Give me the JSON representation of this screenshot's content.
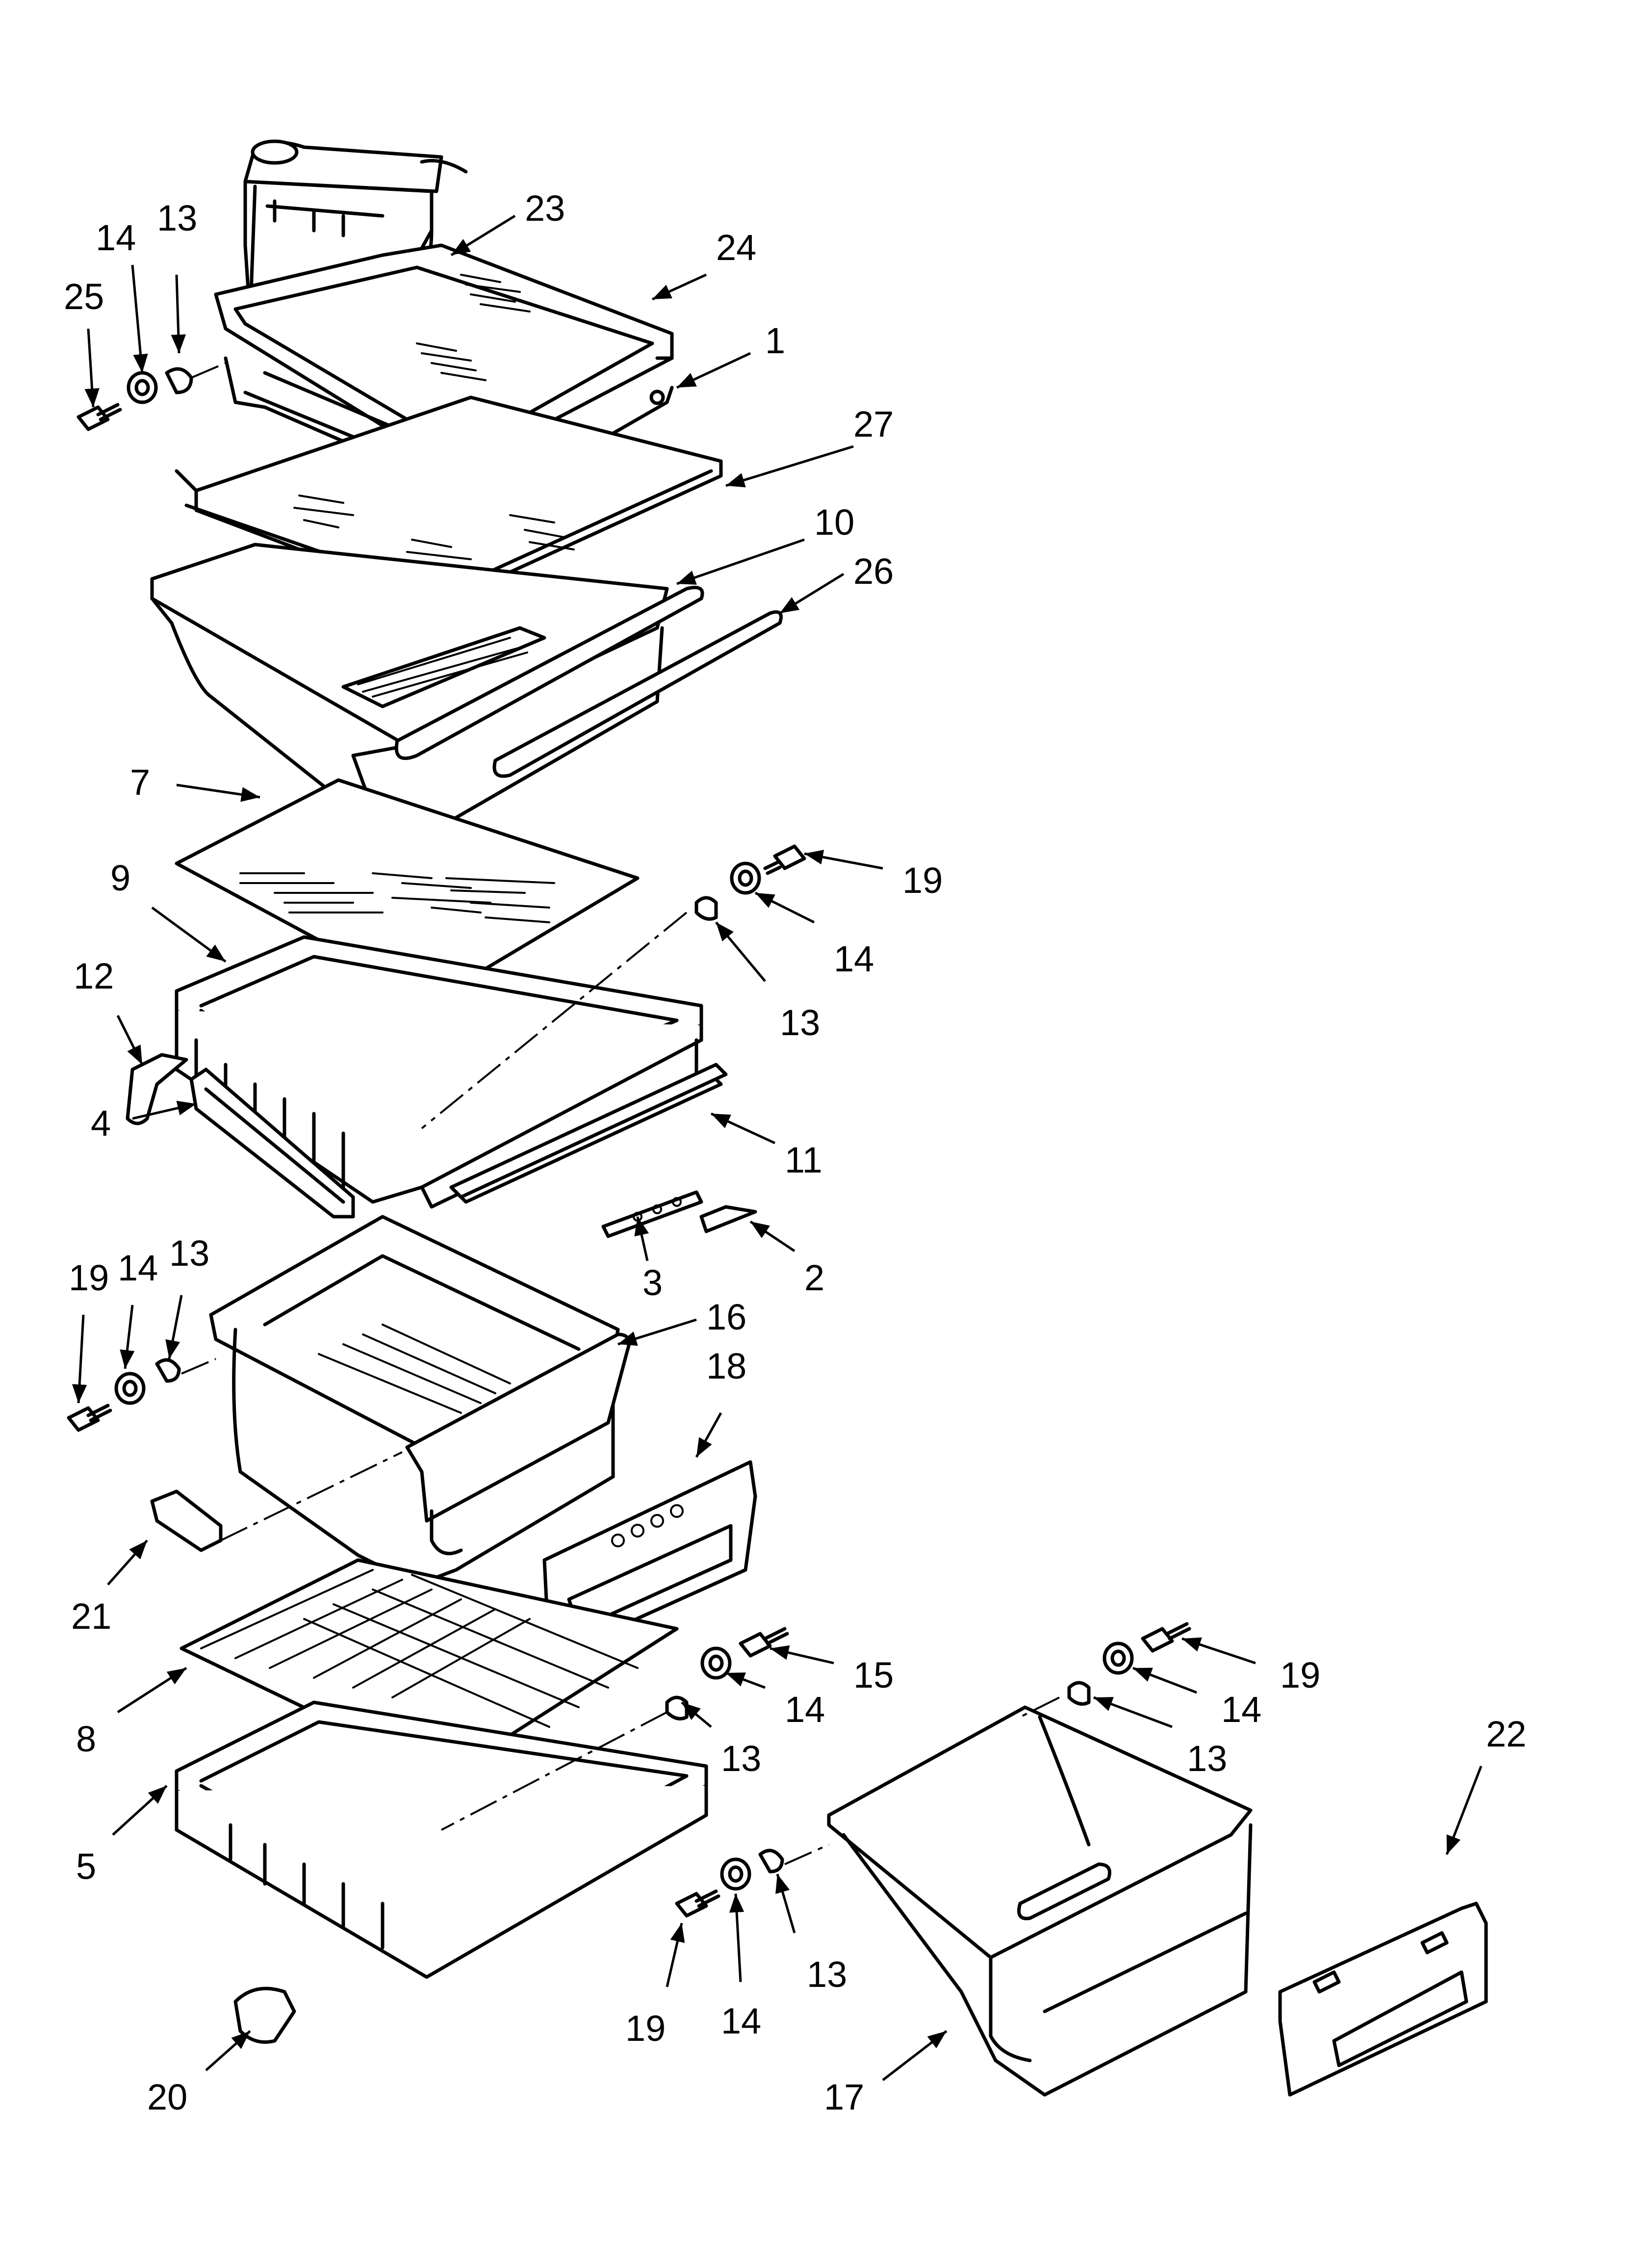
{
  "callouts": [
    {
      "id": "c23",
      "text": "23"
    },
    {
      "id": "c24",
      "text": "24"
    },
    {
      "id": "c1",
      "text": "1"
    },
    {
      "id": "c27",
      "text": "27"
    },
    {
      "id": "c10",
      "text": "10"
    },
    {
      "id": "c26",
      "text": "26"
    },
    {
      "id": "c14a",
      "text": "14"
    },
    {
      "id": "c13a",
      "text": "13"
    },
    {
      "id": "c25",
      "text": "25"
    },
    {
      "id": "c7",
      "text": "7"
    },
    {
      "id": "c9",
      "text": "9"
    },
    {
      "id": "c19a",
      "text": "19"
    },
    {
      "id": "c14b",
      "text": "14"
    },
    {
      "id": "c13b",
      "text": "13"
    },
    {
      "id": "c12",
      "text": "12"
    },
    {
      "id": "c4",
      "text": "4"
    },
    {
      "id": "c11",
      "text": "11"
    },
    {
      "id": "c3",
      "text": "3"
    },
    {
      "id": "c2",
      "text": "2"
    },
    {
      "id": "c19b",
      "text": "19"
    },
    {
      "id": "c14c",
      "text": "14"
    },
    {
      "id": "c13c",
      "text": "13"
    },
    {
      "id": "c16",
      "text": "16"
    },
    {
      "id": "c18",
      "text": "18"
    },
    {
      "id": "c21",
      "text": "21"
    },
    {
      "id": "c8",
      "text": "8"
    },
    {
      "id": "c15",
      "text": "15"
    },
    {
      "id": "c14d",
      "text": "14"
    },
    {
      "id": "c13d",
      "text": "13"
    },
    {
      "id": "c5",
      "text": "5"
    },
    {
      "id": "c19c",
      "text": "19"
    },
    {
      "id": "c14e",
      "text": "14"
    },
    {
      "id": "c13e",
      "text": "13"
    },
    {
      "id": "c22",
      "text": "22"
    },
    {
      "id": "c19d",
      "text": "19"
    },
    {
      "id": "c14f",
      "text": "14"
    },
    {
      "id": "c13f",
      "text": "13"
    },
    {
      "id": "c17",
      "text": "17"
    },
    {
      "id": "c20",
      "text": "20"
    }
  ]
}
